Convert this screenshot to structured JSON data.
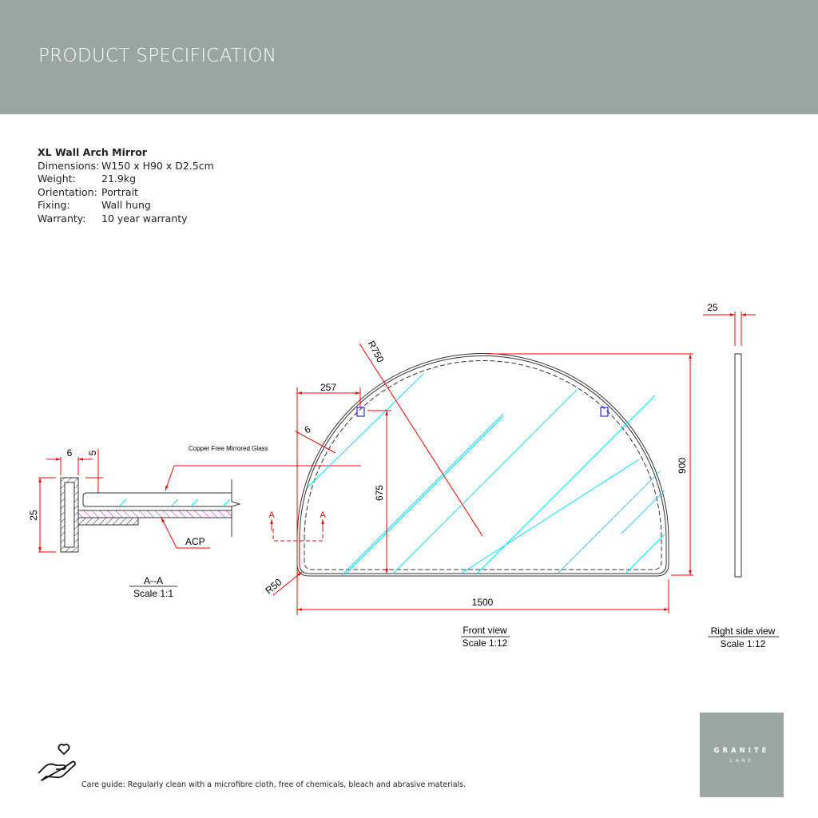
{
  "header": {
    "title": "PRODUCT SPECIFICATION"
  },
  "product": {
    "name": "XL Wall Arch Mirror",
    "specs": [
      {
        "label": "Dimensions:",
        "value": "W150 x H90 x D2.5cm"
      },
      {
        "label": "Weight:",
        "value": "21.9kg"
      },
      {
        "label": "Orientation:",
        "value": "Portrait"
      },
      {
        "label": "Fixing:",
        "value": "Wall hung"
      },
      {
        "label": "Warranty:",
        "value": "10 year warranty"
      }
    ]
  },
  "drawing": {
    "section": {
      "dim_6": "6",
      "dim_5": "5",
      "dim_25": "25",
      "glass_label": "Copper Free Mirrored Glass",
      "acp_label": "ACP",
      "title": "A--A",
      "scale": "Scale 1:1"
    },
    "front": {
      "r750": "R750",
      "dim_257": "257",
      "dim_6": "6",
      "dim_675": "675",
      "r50": "R50",
      "dim_1500": "1500",
      "dim_900": "900",
      "section_mark": "A",
      "title": "Front view",
      "scale": "Scale 1:12"
    },
    "side": {
      "dim_25": "25",
      "title": "Right side view",
      "scale": "Scale 1:12"
    }
  },
  "care": {
    "icon": "hand-heart-icon",
    "text": "Care guide:  Regularly clean with a microfibre cloth, free of chemicals, bleach and abrasive materials."
  },
  "logo": {
    "line1": "GRANITE",
    "line2": "LANE"
  },
  "colors": {
    "header": "#9aa6a1",
    "dimension": "#ff0000",
    "glass_hatch": "#00e5ff",
    "acp_hatch": "#e000e0"
  }
}
